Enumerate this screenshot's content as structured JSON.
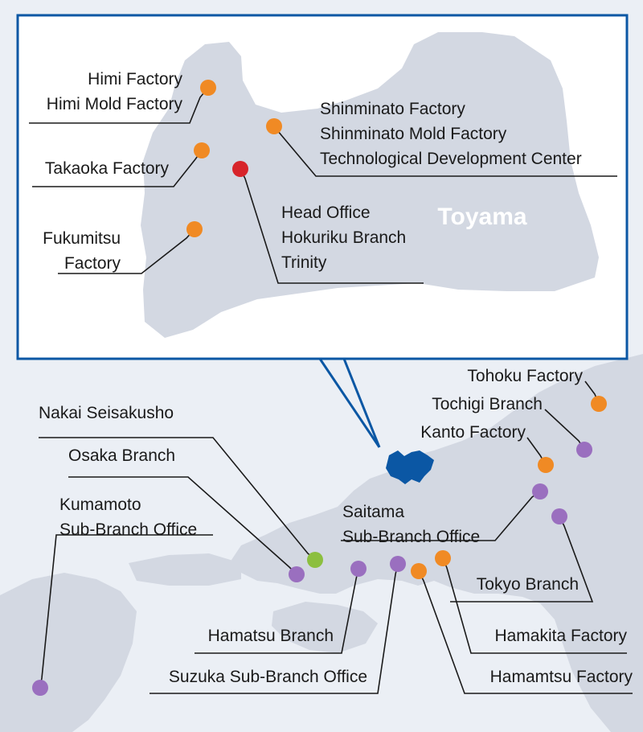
{
  "colors": {
    "factory": "#f08a24",
    "head_office": "#d7242a",
    "branch": "#9a6fbf",
    "nakai": "#8cbf3f",
    "frame": "#0b57a4",
    "toyama_highlight": "#0b57a4",
    "land": "#d3d8e2",
    "sea": "#ebeff5"
  },
  "inset": {
    "region_label": "Toyama",
    "locations": [
      {
        "id": "himi",
        "lines": [
          "Himi Factory",
          "Himi Mold Factory"
        ],
        "marker": "factory"
      },
      {
        "id": "shinminato",
        "lines": [
          "Shinminato Factory",
          "Shinminato Mold Factory",
          "Technological Development Center"
        ],
        "marker": "factory"
      },
      {
        "id": "takaoka",
        "lines": [
          "Takaoka Factory"
        ],
        "marker": "factory"
      },
      {
        "id": "head_office",
        "lines": [
          "Head Office",
          "Hokuriku Branch",
          "Trinity"
        ],
        "marker": "head_office"
      },
      {
        "id": "fukumitsu",
        "lines": [
          "Fukumitsu",
          "Factory"
        ],
        "marker": "factory"
      }
    ]
  },
  "national": {
    "locations": [
      {
        "id": "tohoku",
        "lines": [
          "Tohoku Factory"
        ],
        "marker": "factory"
      },
      {
        "id": "tochigi",
        "lines": [
          "Tochigi Branch"
        ],
        "marker": "branch"
      },
      {
        "id": "kanto",
        "lines": [
          "Kanto Factory"
        ],
        "marker": "factory"
      },
      {
        "id": "nakai",
        "lines": [
          "Nakai Seisakusho"
        ],
        "marker": "nakai"
      },
      {
        "id": "osaka",
        "lines": [
          "Osaka Branch"
        ],
        "marker": "branch"
      },
      {
        "id": "kumamoto",
        "lines": [
          "Kumamoto",
          "Sub-Branch Office"
        ],
        "marker": "branch"
      },
      {
        "id": "saitama",
        "lines": [
          "Saitama",
          "Sub-Branch Office"
        ],
        "marker": "branch"
      },
      {
        "id": "tokyo",
        "lines": [
          "Tokyo Branch"
        ],
        "marker": "branch"
      },
      {
        "id": "hamakita",
        "lines": [
          "Hamakita Factory"
        ],
        "marker": "factory"
      },
      {
        "id": "hamatsu",
        "lines": [
          "Hamatsu Branch"
        ],
        "marker": "branch"
      },
      {
        "id": "suzuka",
        "lines": [
          "Suzuka Sub-Branch Office"
        ],
        "marker": "branch"
      },
      {
        "id": "hamamatsu",
        "lines": [
          "Hamamtsu Factory"
        ],
        "marker": "factory"
      }
    ]
  }
}
